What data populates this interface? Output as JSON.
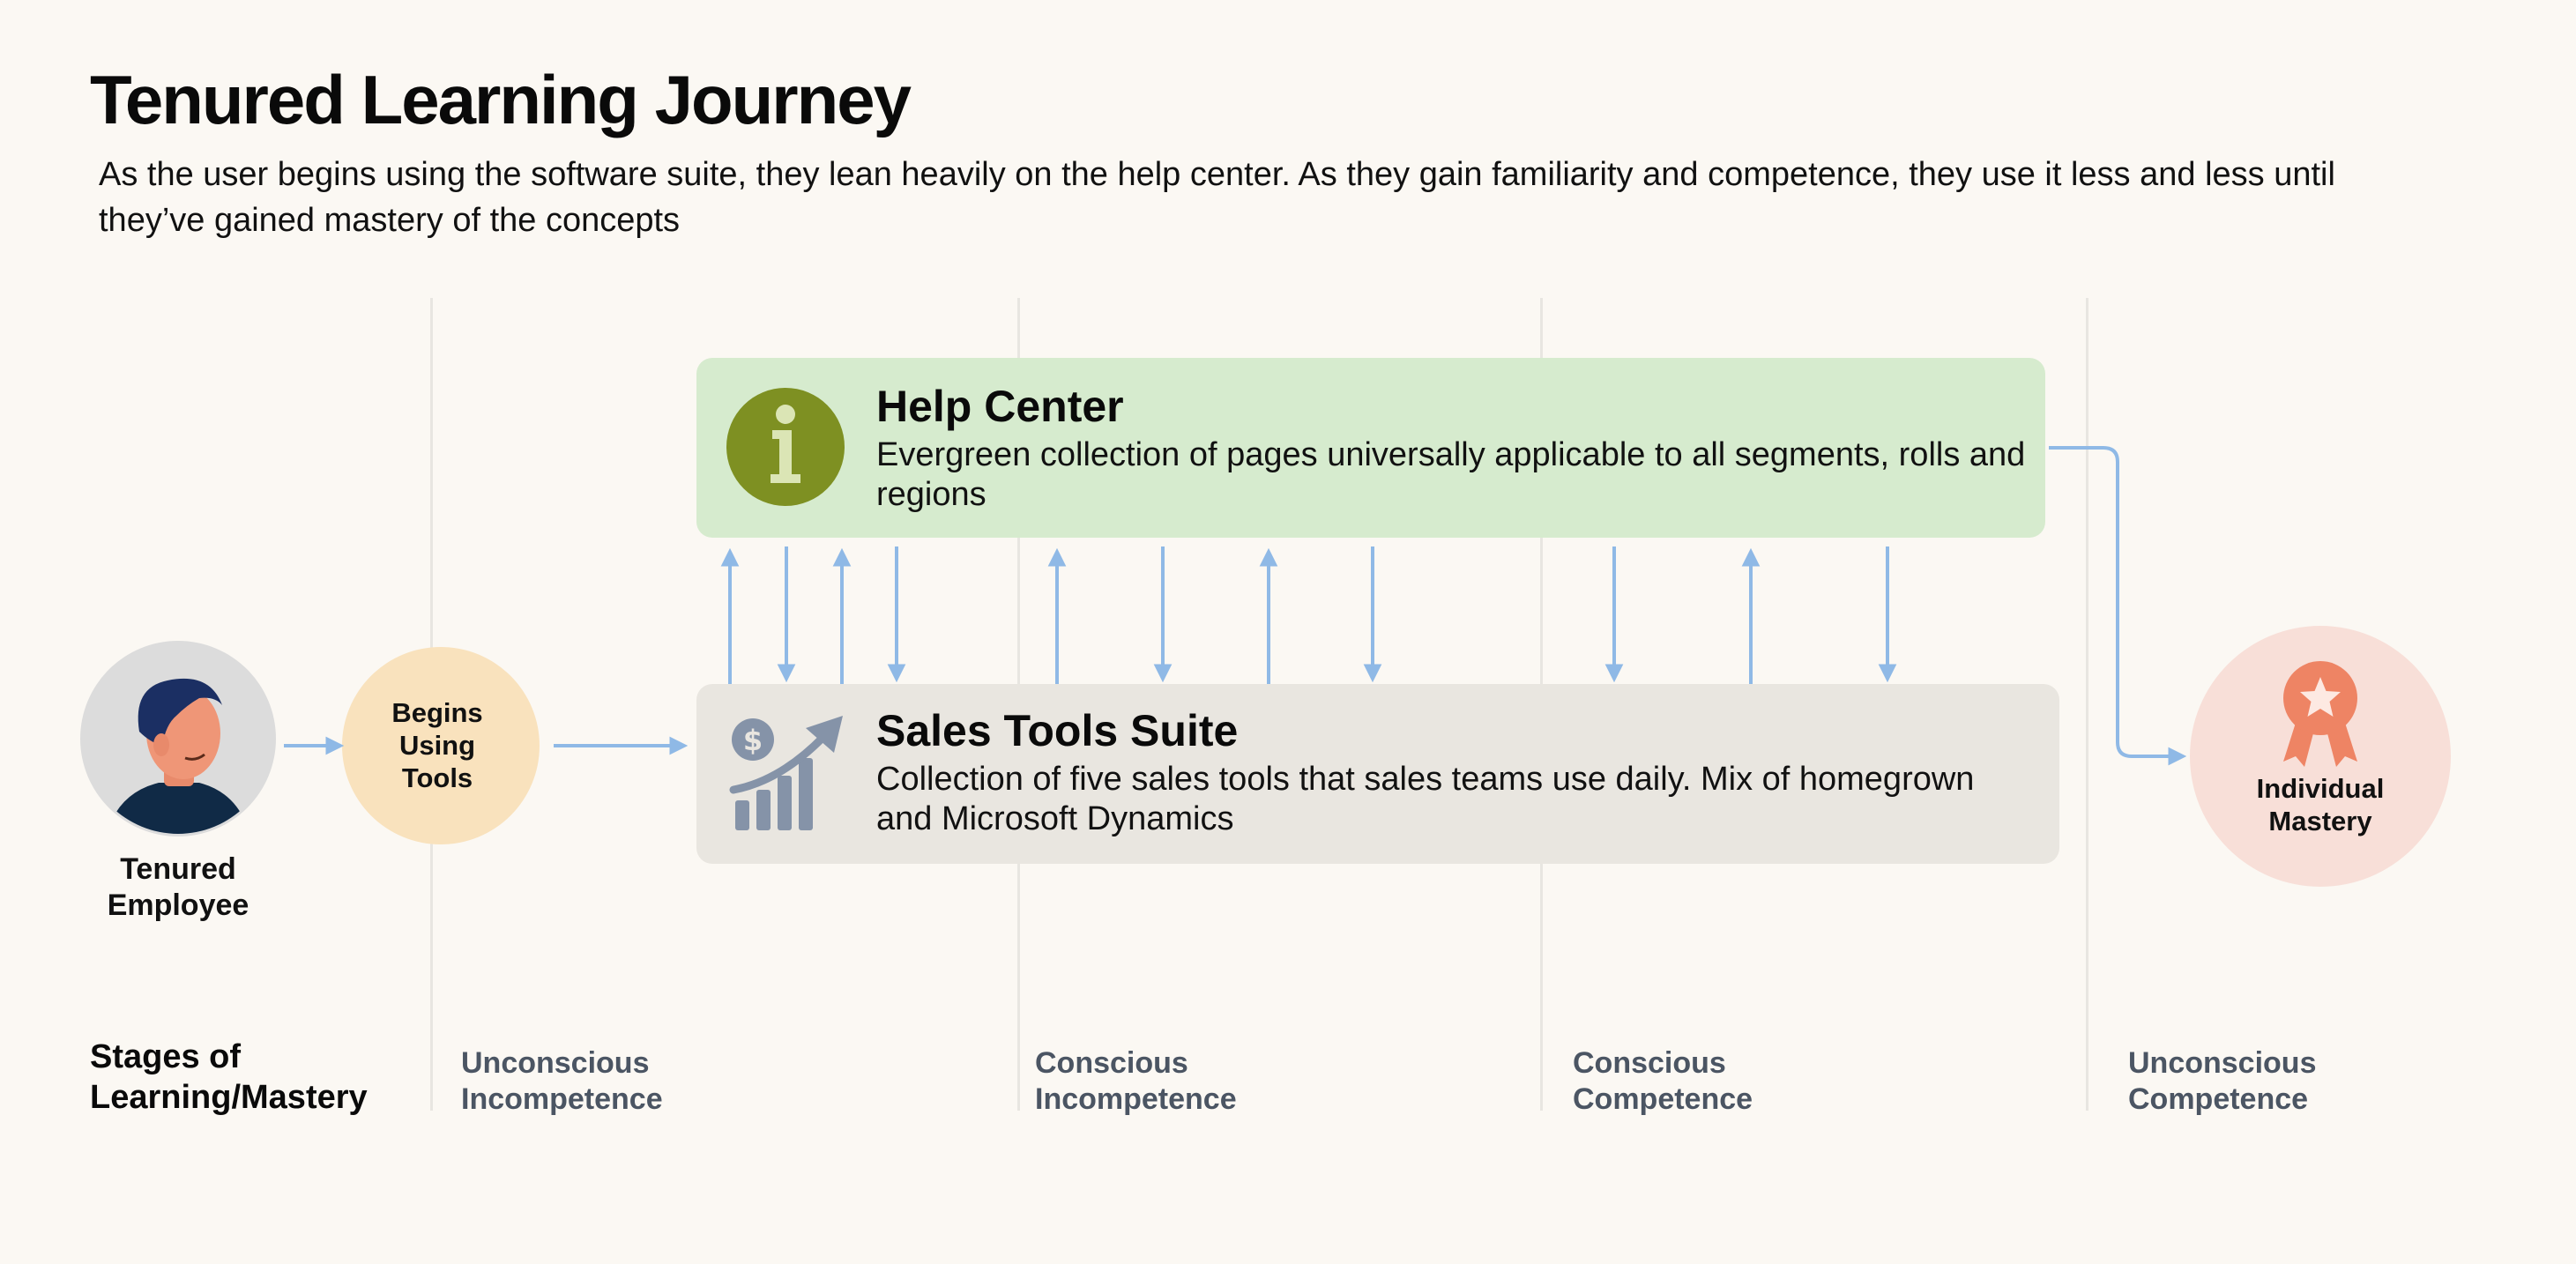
{
  "title": "Tenured Learning Journey",
  "subtitle": "As the user begins using the software suite, they lean heavily on the help center. As they gain familiarity and competence, they use it less and less until they’ve gained mastery of the concepts",
  "nodes": {
    "employee": {
      "label": "Tenured\nEmployee",
      "icon": "person-avatar-icon"
    },
    "begins": {
      "label": "Begins\nUsing\nTools"
    },
    "mastery": {
      "label": "Individual\nMastery",
      "icon": "award-ribbon-icon"
    }
  },
  "help_center": {
    "title": "Help Center",
    "description": "Evergreen collection of pages universally applicable to all segments, rolls and regions",
    "icon": "info-icon"
  },
  "sales_tools": {
    "title": "Sales Tools Suite",
    "description": "Collection of five sales tools that sales teams use daily. Mix of homegrown and Microsoft Dynamics",
    "icon": "sales-growth-chart-icon"
  },
  "stages": {
    "heading": "Stages of\nLearning/Mastery",
    "items": [
      {
        "label": "Unconscious\nIncompetence"
      },
      {
        "label": "Conscious\nIncompetence"
      },
      {
        "label": "Conscious\nCompetence"
      },
      {
        "label": "Unconscious\nCompetence"
      }
    ]
  },
  "connectors": {
    "help_sales_directions": [
      "up",
      "down",
      "up",
      "down",
      "up",
      "down",
      "up",
      "down",
      "down",
      "up",
      "down"
    ]
  },
  "colors": {
    "background": "#fbf8f3",
    "help_panel": "#d6ebce",
    "sales_panel": "#e9e6e0",
    "info_icon": "#7e9022",
    "sales_icon": "#8593a8",
    "begins_node": "#f9e2bd",
    "mastery_node": "#f8dfd8",
    "award_icon": "#ee8464",
    "arrow": "#8fb9e6",
    "stage_text": "#4b5563"
  }
}
